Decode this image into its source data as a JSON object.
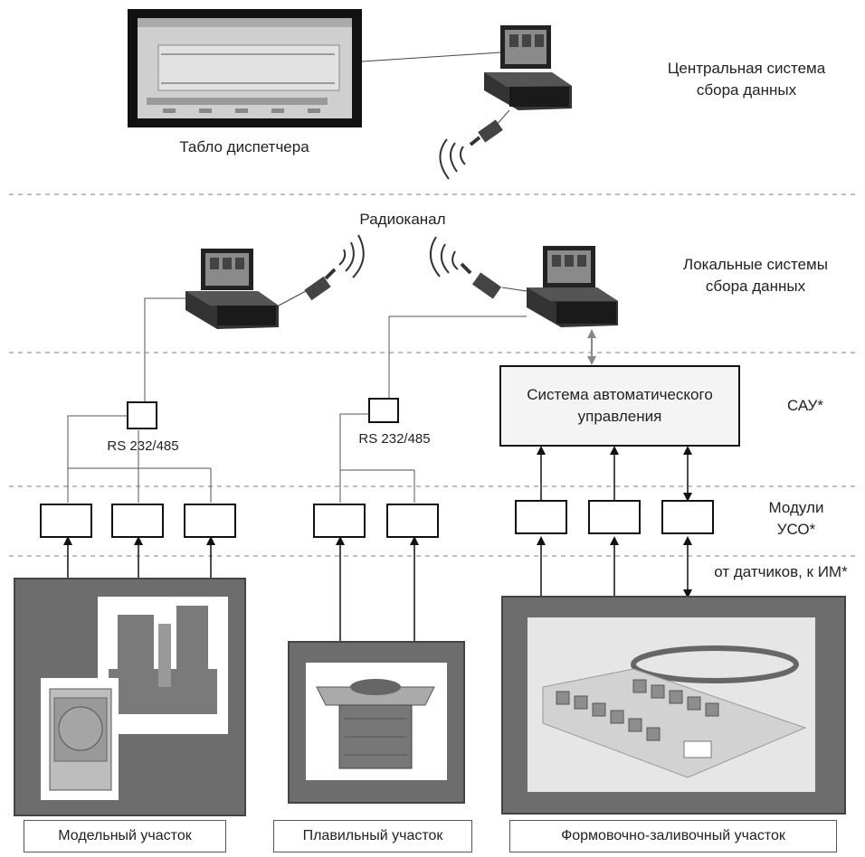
{
  "levels": {
    "central": "Центральная система\nсбора данных",
    "local": "Локальные системы\nсбора данных",
    "sau": "САУ*",
    "modules": "Модули\nУСО*",
    "sensors": "от датчиков, к ИМ*"
  },
  "labels": {
    "dispatcher": "Табло диспетчера",
    "radio": "Радиоканал",
    "rs_left": "RS 232/485",
    "rs_mid": "RS 232/485",
    "sau_box": "Система автоматического управления"
  },
  "sections": {
    "model": "Модельный участок",
    "melt": "Плавильный участок",
    "mold": "Формовочно-заливочный участок"
  }
}
